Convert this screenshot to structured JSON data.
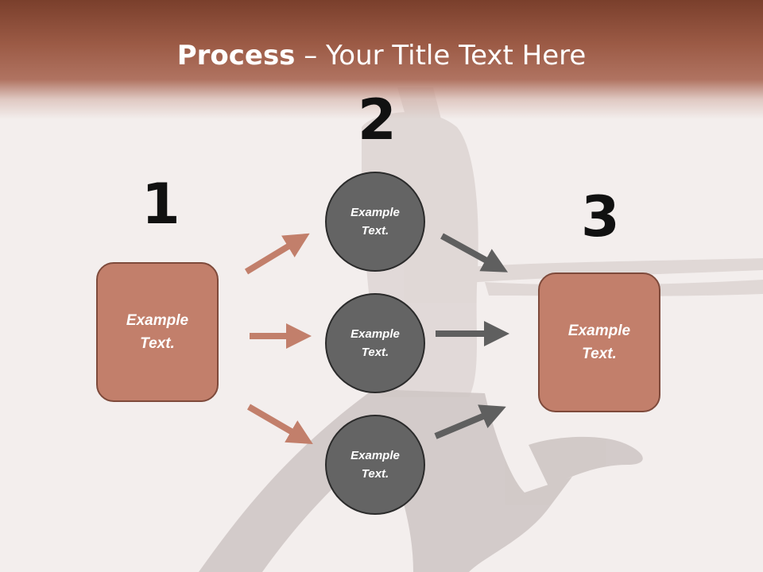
{
  "slide": {
    "title_bold": "Process",
    "title_rest": " – Your Title Text Here"
  },
  "steps": [
    {
      "number": "1",
      "text": "Example\nText."
    },
    {
      "number": "2",
      "texts": [
        "Example\nText.",
        "Example\nText.",
        "Example\nText."
      ]
    },
    {
      "number": "3",
      "text": "Example\nText."
    }
  ],
  "colors": {
    "header": "#9b5a45",
    "box_fill": "#c27f6b",
    "circle_fill": "#646464",
    "arrow_left": "#c27f6b",
    "arrow_right": "#5f5f5f"
  }
}
